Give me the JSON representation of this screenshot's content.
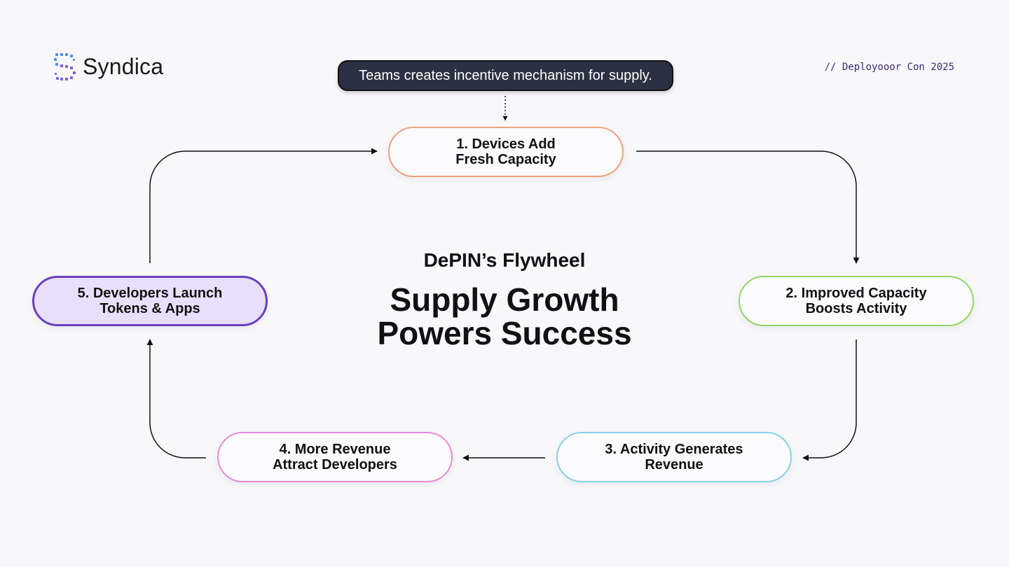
{
  "brand": {
    "name": "Syndica",
    "logo_icon": "syndica-logo-icon"
  },
  "event_tag": "// Deployooor Con 2025",
  "callout": "Teams creates incentive mechanism for supply.",
  "heading": {
    "subtitle": "DePIN’s Flywheel",
    "title_line1": "Supply Growth",
    "title_line2": "Powers Success"
  },
  "steps": [
    {
      "line1": "1. Devices Add",
      "line2": "Fresh Capacity",
      "color": "#f0a27c"
    },
    {
      "line1": "2. Improved Capacity",
      "line2": "Boosts Activity",
      "color": "#97d667"
    },
    {
      "line1": "3. Activity Generates",
      "line2": "Revenue",
      "color": "#86d3e6"
    },
    {
      "line1": "4. More Revenue",
      "line2": "Attract Developers",
      "color": "#ea8bd9"
    },
    {
      "line1": "5. Developers Launch",
      "line2": "Tokens & Apps",
      "color": "#6b3fc0"
    }
  ]
}
